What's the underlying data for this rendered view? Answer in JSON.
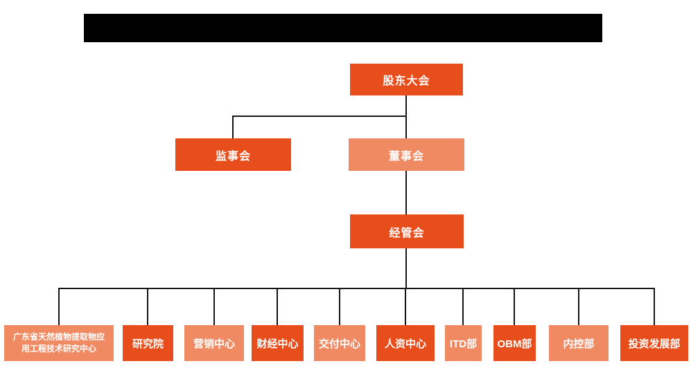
{
  "colors": {
    "primary": "#e84e1c",
    "secondary": "#f08a63",
    "line": "#141414",
    "text": "#ffffff",
    "redaction": "#000000"
  },
  "header": {
    "redacted": true
  },
  "org_chart": {
    "nodes": {
      "shareholders": {
        "label": "股东大会",
        "variant": "primary"
      },
      "supervisory": {
        "label": "监事会",
        "variant": "primary"
      },
      "board": {
        "label": "董事会",
        "variant": "secondary"
      },
      "management": {
        "label": "经管会",
        "variant": "primary"
      }
    },
    "departments": [
      {
        "label": "广东省天然植物提取物应用工程技术研究中心",
        "variant": "secondary"
      },
      {
        "label": "研究院",
        "variant": "primary"
      },
      {
        "label": "营销中心",
        "variant": "secondary"
      },
      {
        "label": "财经中心",
        "variant": "primary"
      },
      {
        "label": "交付中心",
        "variant": "secondary"
      },
      {
        "label": "人资中心",
        "variant": "primary"
      },
      {
        "label": "ITD部",
        "variant": "secondary"
      },
      {
        "label": "OBM部",
        "variant": "primary"
      },
      {
        "label": "内控部",
        "variant": "secondary"
      },
      {
        "label": "投资发展部",
        "variant": "primary"
      }
    ],
    "hierarchy": [
      {
        "from": "股东大会",
        "to": [
          "监事会",
          "董事会"
        ]
      },
      {
        "from": "董事会",
        "to": [
          "经管会"
        ]
      },
      {
        "from": "经管会",
        "to": [
          "广东省天然植物提取物应用工程技术研究中心",
          "研究院",
          "营销中心",
          "财经中心",
          "交付中心",
          "人资中心",
          "ITD部",
          "OBM部",
          "内控部",
          "投资发展部"
        ]
      }
    ]
  }
}
